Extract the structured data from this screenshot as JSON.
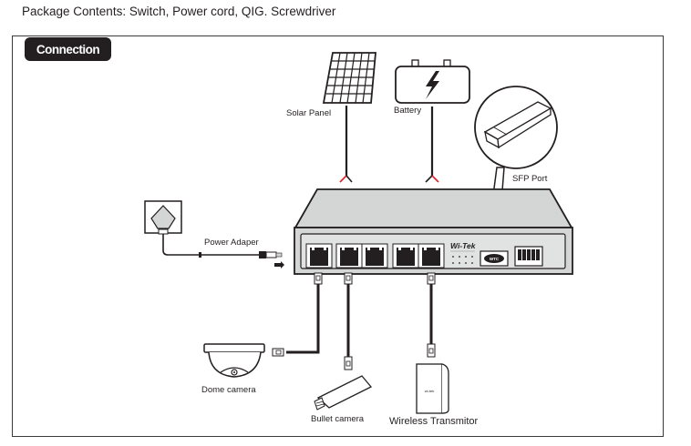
{
  "header": {
    "package_contents": "Package Contents: Switch, Power cord, QIG. Screwdriver"
  },
  "section": {
    "title": "Connection"
  },
  "labels": {
    "solar_panel": "Solar Panel",
    "battery": "Battery",
    "sfp_port": "SFP Port",
    "power_adapter": "Power Adaper",
    "dome_camera": "Dome camera",
    "bullet_camera": "Bullet camera",
    "wireless_transmitter": "Wireless Transmitor"
  },
  "device": {
    "brand": "Wi-Tek",
    "sfp_module_label": "WTC",
    "transmitter_brand": "wi-tek",
    "rj45_port_count": 5,
    "led_count": 8
  },
  "colors": {
    "ink": "#231f20",
    "switch_body": "#d4d6d6",
    "wire_red": "#e31e24"
  }
}
